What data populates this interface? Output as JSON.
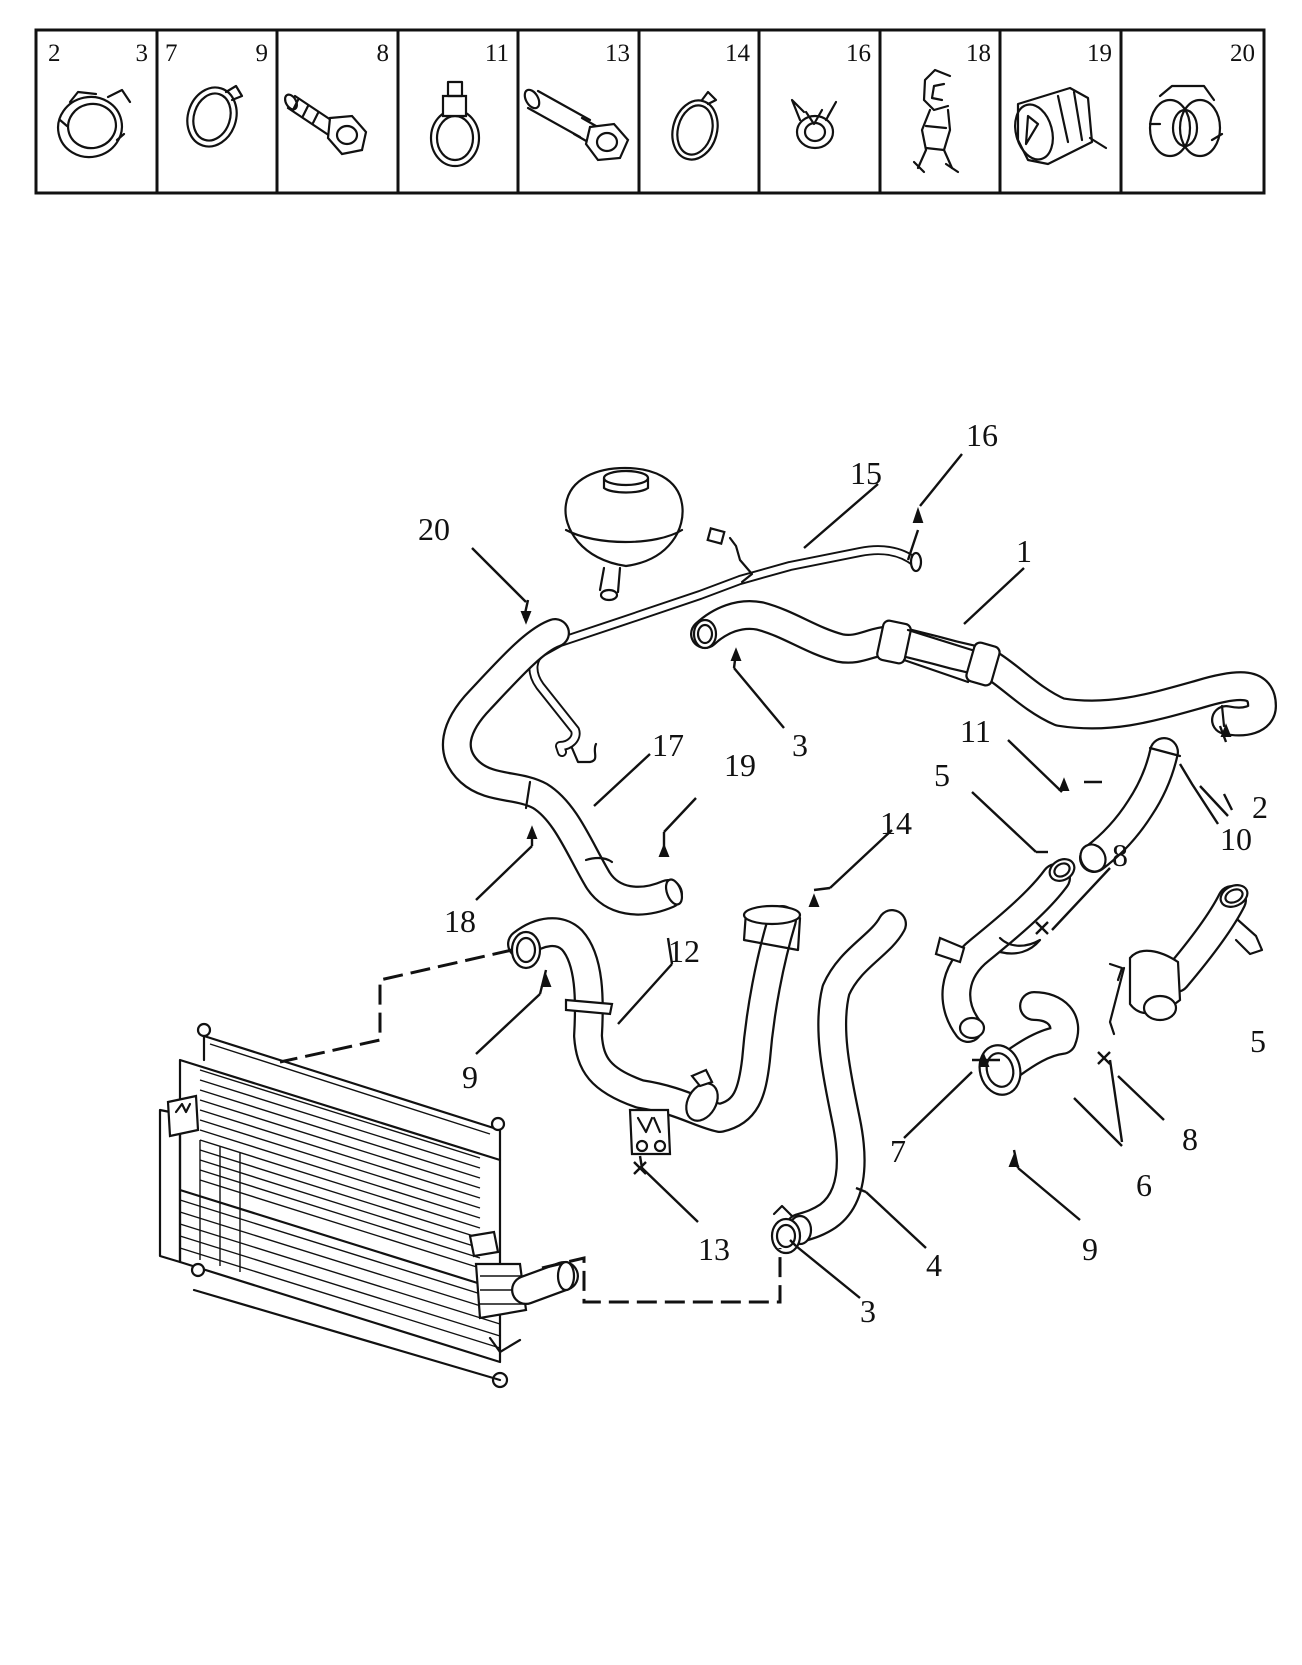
{
  "header_cells": [
    {
      "left": "2",
      "right": "3"
    },
    {
      "left": "7",
      "right": "9"
    },
    {
      "left": "",
      "right": "8"
    },
    {
      "left": "",
      "right": "11"
    },
    {
      "left": "",
      "right": "13"
    },
    {
      "left": "",
      "right": "14"
    },
    {
      "left": "",
      "right": "16"
    },
    {
      "left": "",
      "right": "18"
    },
    {
      "left": "",
      "right": "19"
    },
    {
      "left": "",
      "right": "20"
    }
  ],
  "callouts": {
    "c1": "1",
    "c2": "2",
    "c3a": "3",
    "c3b": "3",
    "c4": "4",
    "c5a": "5",
    "c5b": "5",
    "c6": "6",
    "c7": "7",
    "c8a": "8",
    "c8b": "8",
    "c9a": "9",
    "c9b": "9",
    "c10": "10",
    "c11": "11",
    "c12": "12",
    "c13": "13",
    "c14": "14",
    "c15": "15",
    "c16": "16",
    "c17": "17",
    "c18": "18",
    "c19": "19",
    "c20": "20"
  }
}
